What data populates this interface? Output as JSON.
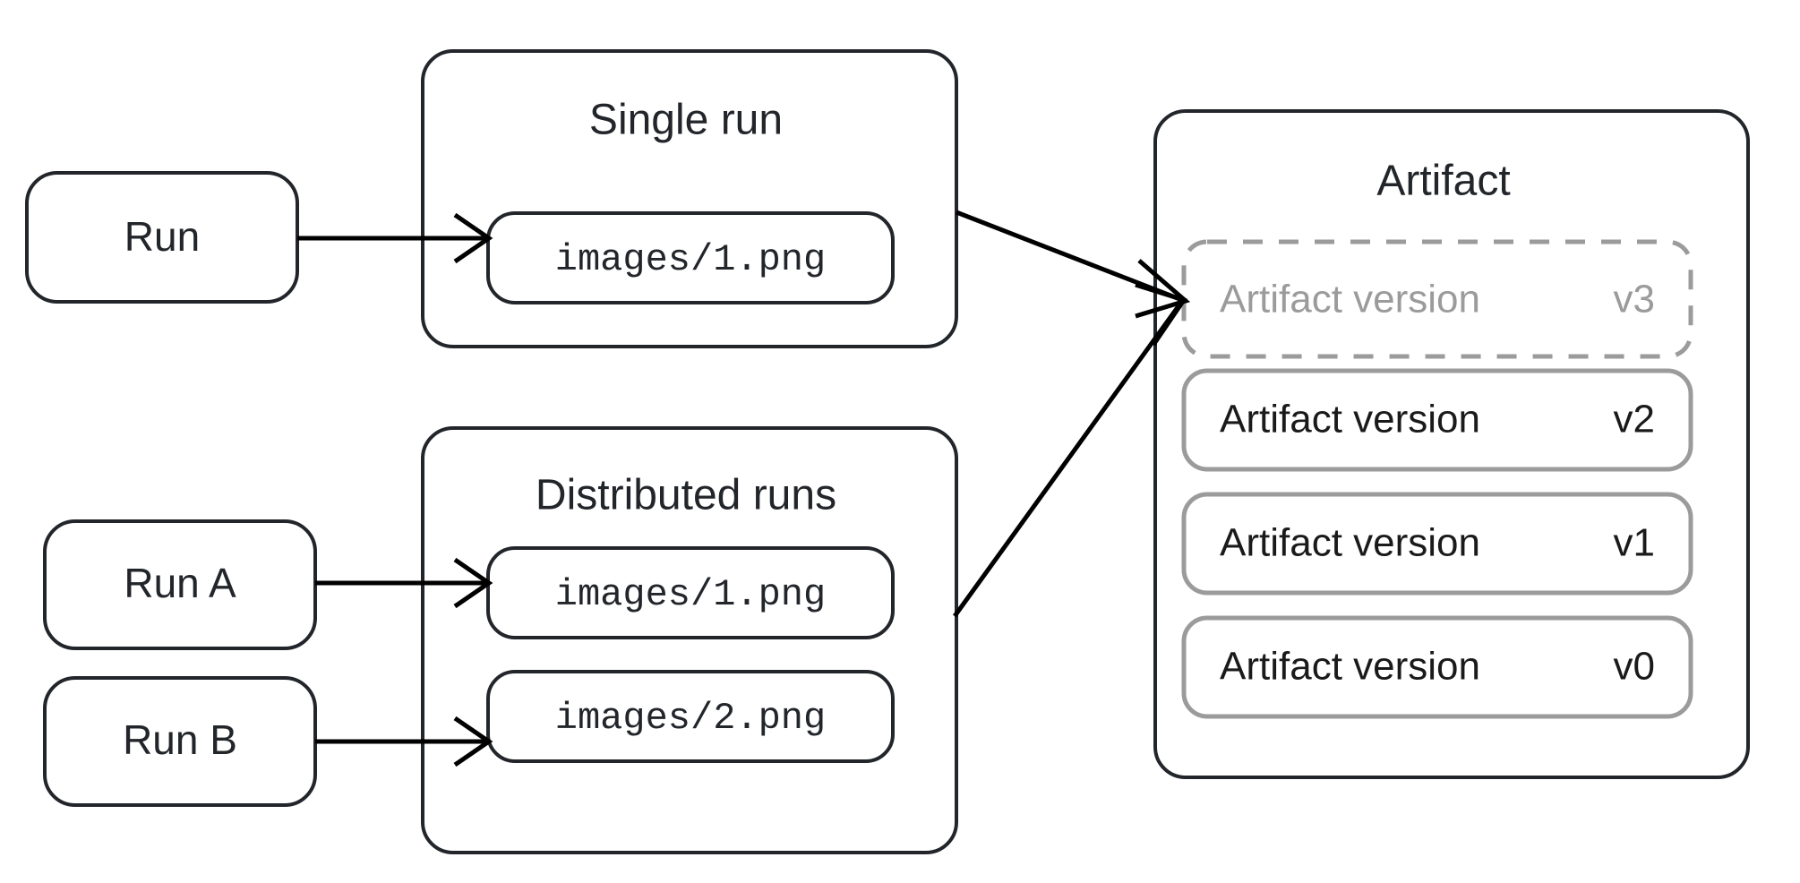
{
  "diagram": {
    "title_hidden": "",
    "runs": [
      {
        "id": "run",
        "label": "Run"
      },
      {
        "id": "run-a",
        "label": "Run A"
      },
      {
        "id": "run-b",
        "label": "Run B"
      }
    ],
    "groups": [
      {
        "id": "single-run",
        "title": "Single run",
        "files": [
          {
            "id": "single-run-file-1",
            "label": "images/1.png"
          }
        ]
      },
      {
        "id": "distributed-runs",
        "title": "Distributed runs",
        "files": [
          {
            "id": "distributed-file-1",
            "label": "images/1.png"
          },
          {
            "id": "distributed-file-2",
            "label": "images/2.png"
          }
        ]
      }
    ],
    "artifact": {
      "title": "Artifact",
      "versions": [
        {
          "id": "artifact-version-v3",
          "label": "Artifact version",
          "version": "v3",
          "state": "draft"
        },
        {
          "id": "artifact-version-v2",
          "label": "Artifact version",
          "version": "v2",
          "state": "committed"
        },
        {
          "id": "artifact-version-v1",
          "label": "Artifact version",
          "version": "v1",
          "state": "committed"
        },
        {
          "id": "artifact-version-v0",
          "label": "Artifact version",
          "version": "v0",
          "state": "committed"
        }
      ]
    },
    "colors": {
      "stroke_dark": "#22252a",
      "stroke_gray": "#9b9b9b",
      "text_dark": "#22252a",
      "text_muted": "#9b9b9b",
      "background": "#ffffff"
    }
  }
}
